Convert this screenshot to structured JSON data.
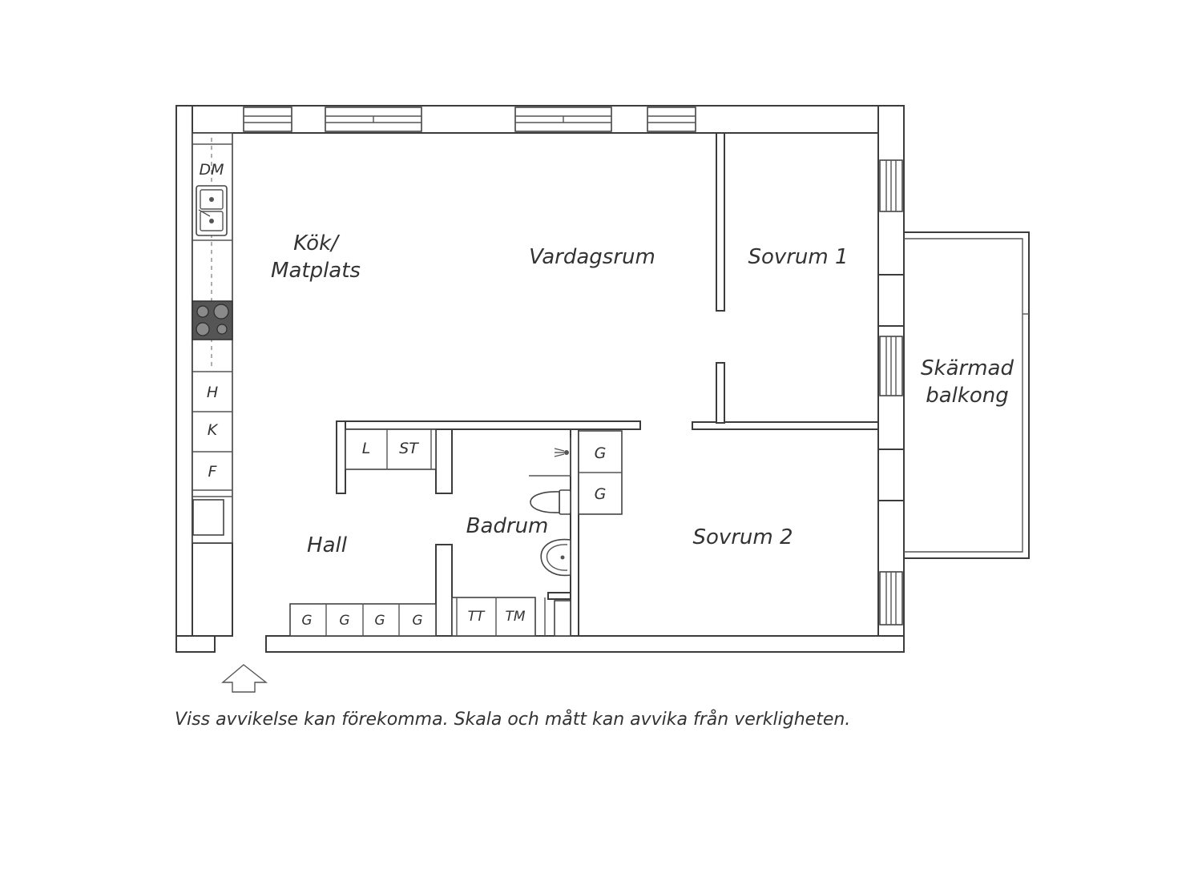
{
  "rooms": {
    "kitchen_line1": "Kök/",
    "kitchen_line2": "Matplats",
    "living": "Vardagsrum",
    "bedroom1": "Sovrum 1",
    "bedroom2": "Sovrum 2",
    "balcony_line1": "Skärmad",
    "balcony_line2": "balkong",
    "hall": "Hall",
    "bathroom": "Badrum"
  },
  "fixtures": {
    "dishwasher": "DM",
    "h": "H",
    "k": "K",
    "f": "F",
    "l": "L",
    "st": "ST",
    "g_bath_1": "G",
    "g_bath_2": "G",
    "g_hall_1": "G",
    "g_hall_2": "G",
    "g_hall_3": "G",
    "g_hall_4": "G",
    "tt": "TT",
    "tm": "TM"
  },
  "disclaimer": "Viss avvikelse kan förekomma. Skala och mått kan avvika från verkligheten.",
  "icons": {
    "entrance": "entrance-arrow-icon"
  }
}
